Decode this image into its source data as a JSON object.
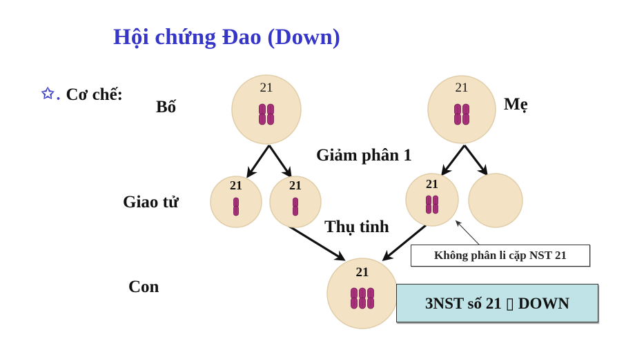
{
  "title": "Hội chứng Đao (Down)",
  "mechanism": {
    "bullet_icon": "star-icon",
    "bullet_glyph": "✩",
    "bullet_dot": ".",
    "label": "Cơ chế:"
  },
  "labels": {
    "father": "Bố",
    "mother": "Mẹ",
    "meiosis": "Giảm phân 1",
    "gametes": "Giao tử",
    "fertilization": "Thụ tinh",
    "offspring": "Con"
  },
  "cells": {
    "father": {
      "chromosome_label": "21",
      "chromosome_count": 2
    },
    "mother": {
      "chromosome_label": "21",
      "chromosome_count": 2
    },
    "father_gamete_1": {
      "chromosome_label": "21",
      "chromosome_count": 1
    },
    "father_gamete_2": {
      "chromosome_label": "21",
      "chromosome_count": 1
    },
    "mother_gamete_1": {
      "chromosome_label": "21",
      "chromosome_count": 2
    },
    "mother_gamete_2": {
      "chromosome_label": "",
      "chromosome_count": 0
    },
    "offspring": {
      "chromosome_label": "21",
      "chromosome_count": 3
    }
  },
  "notes": {
    "nondisjunction": "Không phân li cặp NST 21",
    "result": "3NST số 21 ▯ DOWN"
  },
  "colors": {
    "title": "#3535c8",
    "cell_fill": "#f3e2c3",
    "cell_stroke": "#e0cda9",
    "chromosome": "#a8307a",
    "chromosome_dark": "#6e1a4e",
    "arrow": "#111111",
    "result_box": "#bfe3e6"
  }
}
